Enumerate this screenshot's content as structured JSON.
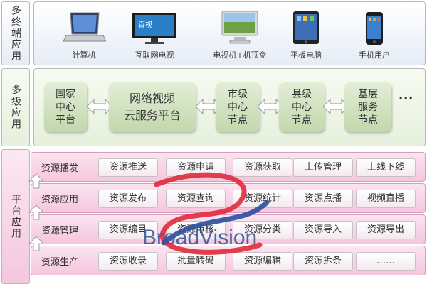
{
  "rows": {
    "terminal": {
      "label": "多终端应用"
    },
    "multilevel": {
      "label": "多级应用"
    },
    "platform": {
      "label": "平台应用"
    }
  },
  "devices": [
    {
      "icon": "laptop-icon",
      "label": "计算机"
    },
    {
      "icon": "tv-icon",
      "label": "互联网电视"
    },
    {
      "icon": "monitor-icon",
      "label": "电视机+机顶盒"
    },
    {
      "icon": "tablet-icon",
      "label": "平板电脑"
    },
    {
      "icon": "phone-icon",
      "label": "手机用户"
    }
  ],
  "tv_screen_text": "百视",
  "nodes": [
    {
      "label": "国家\n中心\n平台"
    },
    {
      "label": "网络视频\n云服务平台"
    },
    {
      "label": "市级\n中心\n节点"
    },
    {
      "label": "县级\n中心\n节点"
    },
    {
      "label": "基层\n服务\n节点"
    }
  ],
  "more_nodes": "···",
  "platform_rows": [
    {
      "label": "资源播发",
      "items": [
        "资源推送",
        "资源申请",
        "资源获取",
        "上传管理",
        "上线下线"
      ]
    },
    {
      "label": "资源应用",
      "items": [
        "资源发布",
        "资源查询",
        "资源统计",
        "资源点播",
        "视频直播"
      ]
    },
    {
      "label": "资源管理",
      "items": [
        "资源编目",
        "资源审核",
        "资源分类",
        "资源导入",
        "资源导出"
      ]
    },
    {
      "label": "资源生产",
      "items": [
        "资源收录",
        "批量转码",
        "资源编辑",
        "资源拆条",
        "……"
      ]
    }
  ],
  "watermark": {
    "text": "BroadVision",
    "colors": {
      "red": "#e02a3a",
      "blue": "#2a4ea0"
    }
  },
  "colors": {
    "node_green": "#c3d7ac",
    "platform_pink": "#f5c6dd",
    "device_blue": "#e6ecf6"
  }
}
